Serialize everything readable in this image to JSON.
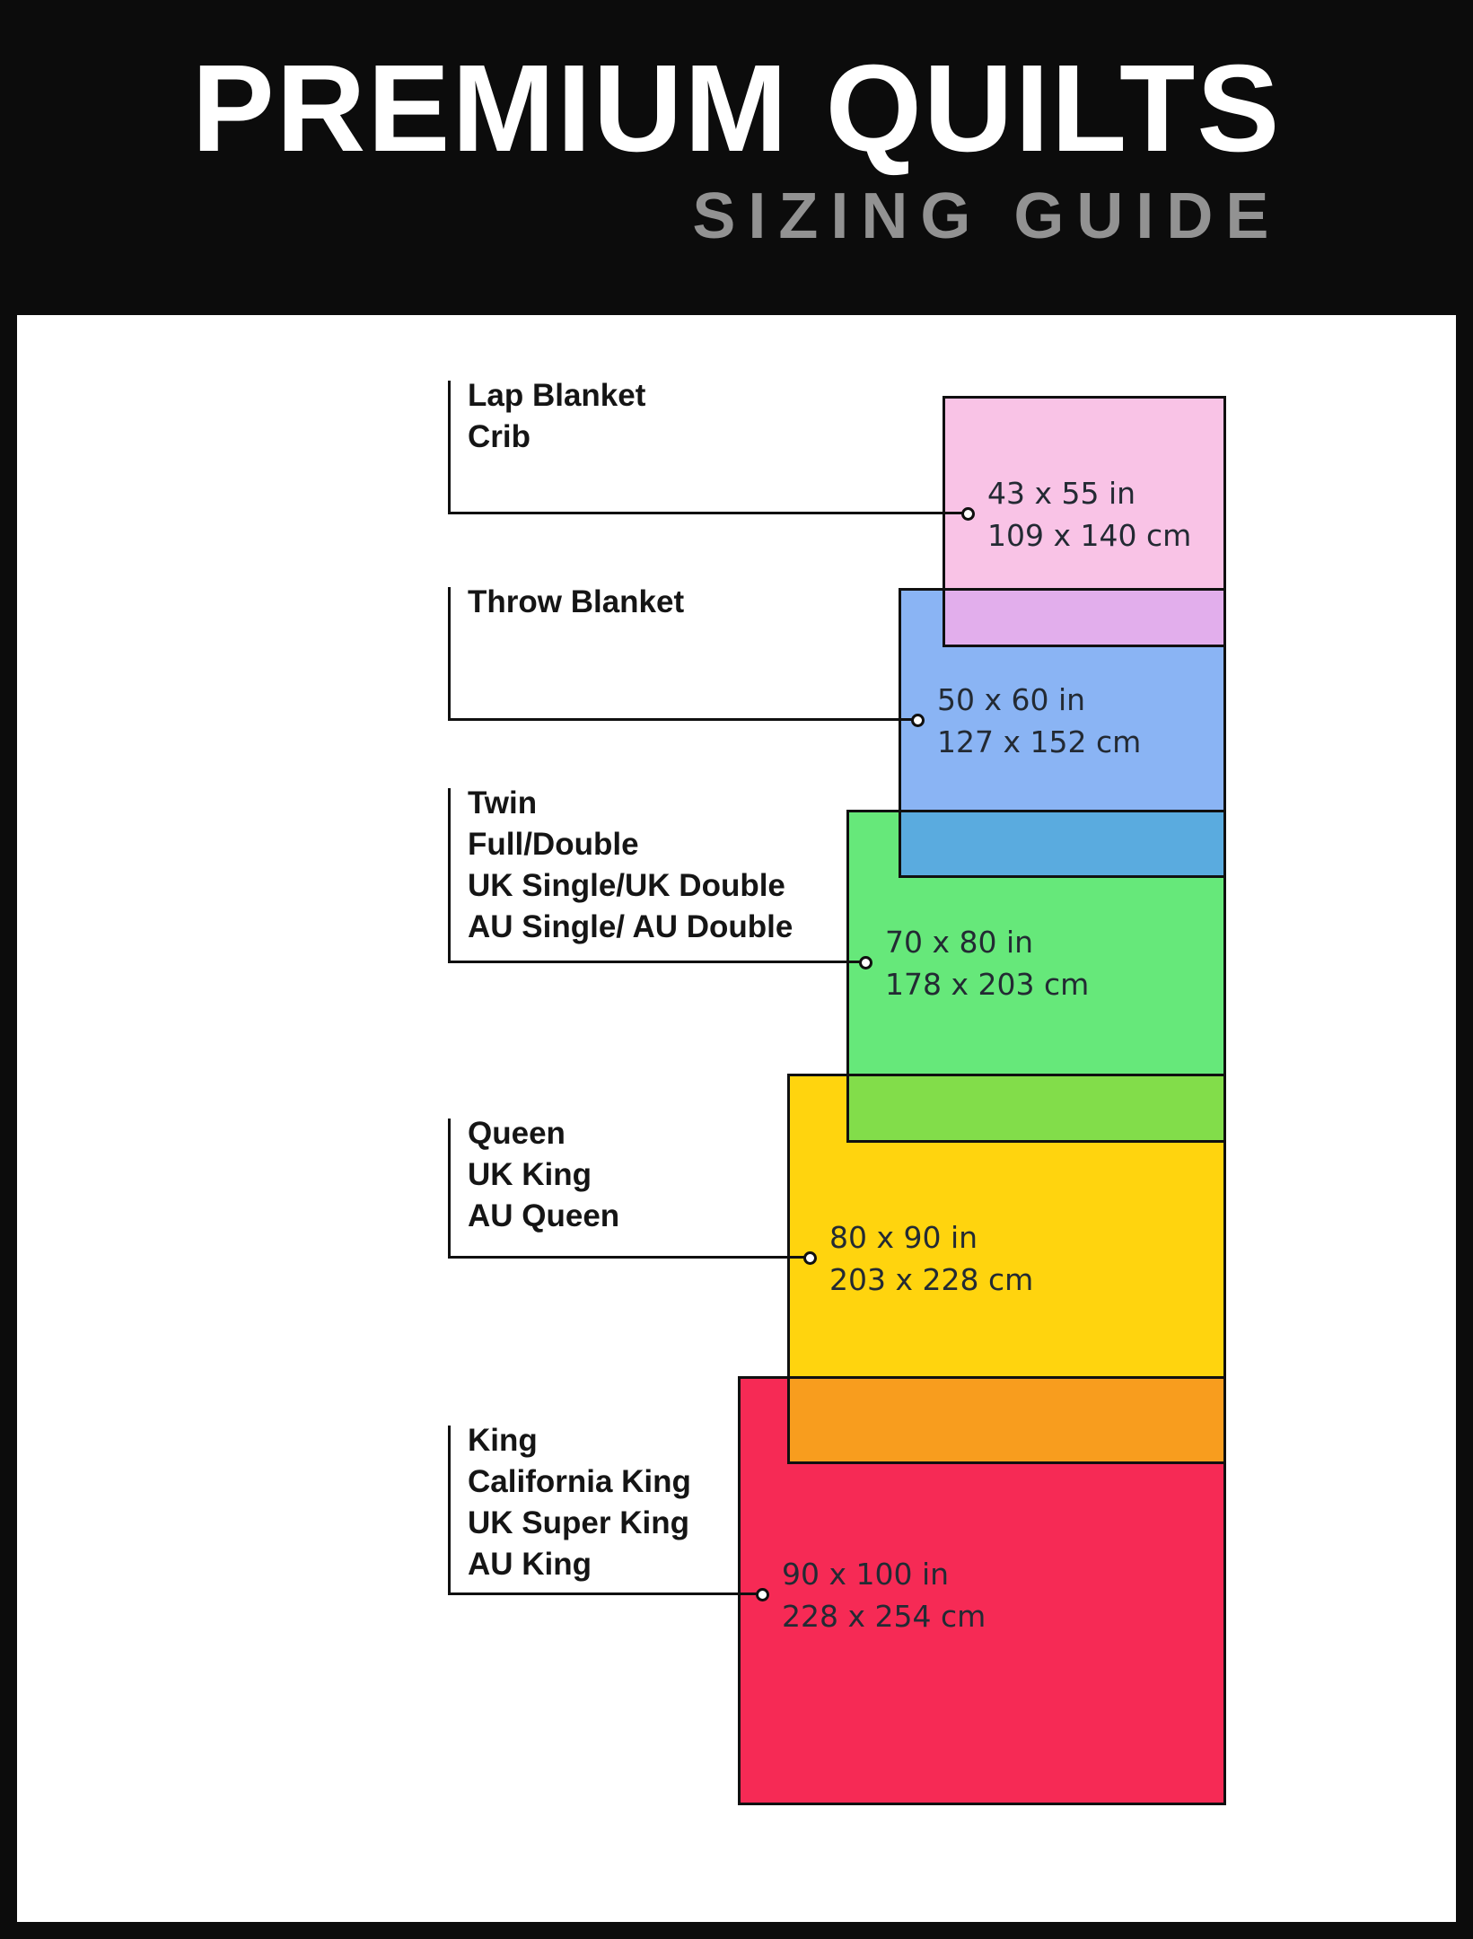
{
  "header": {
    "title": "PREMIUM QUILTS",
    "subtitle": "SIZING GUIDE"
  },
  "sizes": [
    {
      "labels": [
        "Lap Blanket",
        "Crib"
      ],
      "inches": "43 x 55 in",
      "cm": "109 x 140 cm",
      "color": "#f9c3e6"
    },
    {
      "labels": [
        "Throw Blanket"
      ],
      "inches": "50 x 60 in",
      "cm": "127 x 152 cm",
      "color": "#8ab4f4"
    },
    {
      "labels": [
        "Twin",
        "Full/Double",
        "UK Single/UK Double",
        "AU Single/ AU Double"
      ],
      "inches": "70 x 80 in",
      "cm": "178 x 203 cm",
      "color": "#66e87a"
    },
    {
      "labels": [
        "Queen",
        "UK King",
        "AU Queen"
      ],
      "inches": "80 x 90 in",
      "cm": "203 x 228 cm",
      "color": "#ffd40e"
    },
    {
      "labels": [
        "King",
        "California King",
        "UK Super King",
        "AU King"
      ],
      "inches": "90 x 100 in",
      "cm": "228 x 254 cm",
      "color": "#f62a55"
    }
  ],
  "overlaps": [
    {
      "between": "lap-throw",
      "color": "#e2aeec"
    },
    {
      "between": "throw-twin",
      "color": "#5aabdf"
    },
    {
      "between": "twin-queen",
      "color": "#82dd4a"
    },
    {
      "between": "queen-king",
      "color": "#f89d1e"
    }
  ],
  "frame": {
    "border_color": "#0c0c0c",
    "panel_color": "#ffffff",
    "outline_color": "#101010"
  }
}
